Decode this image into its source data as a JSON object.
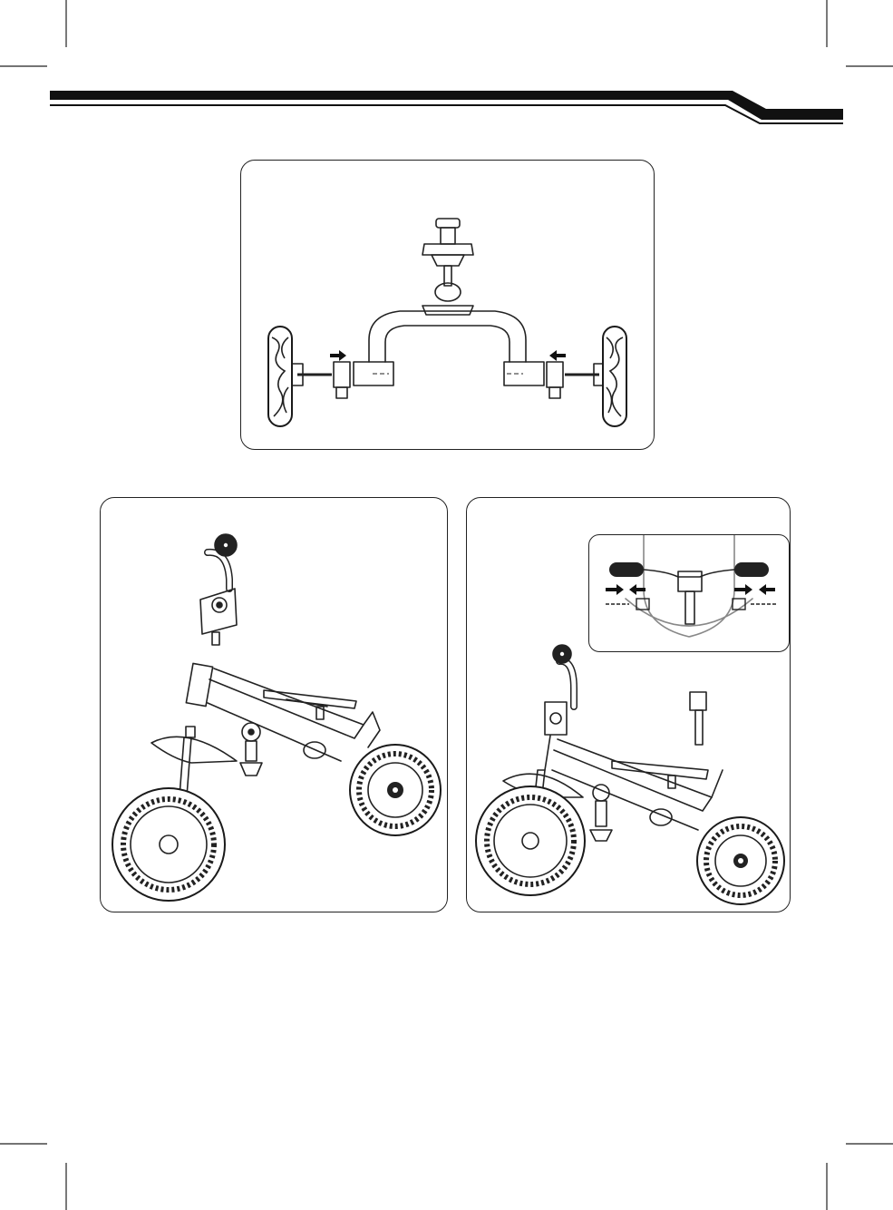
{
  "page": {
    "background": "#ffffff",
    "ink_color": "#1a1a1a",
    "header_bar": {
      "style": "double-rule-with-angled-right-end"
    }
  },
  "figures": [
    {
      "name": "rear-axle-wheel-assembly",
      "icons": [
        "wheel-icon",
        "arrow-right-icon",
        "arrow-left-icon",
        "axle-pin-icon",
        "rear-frame-icon"
      ]
    },
    {
      "name": "exploded-balance-bike",
      "icons": [
        "handlebar-icon",
        "seat-icon",
        "front-wheel-icon",
        "rear-wheel-icon",
        "fender-icon",
        "pedal-icon"
      ]
    },
    {
      "name": "assembled-tricycle-with-handlebar-inset",
      "icons": [
        "handlebar-grip-icon",
        "screw-icon",
        "seat-post-icon",
        "front-wheel-icon",
        "rear-wheel-icon"
      ]
    }
  ]
}
